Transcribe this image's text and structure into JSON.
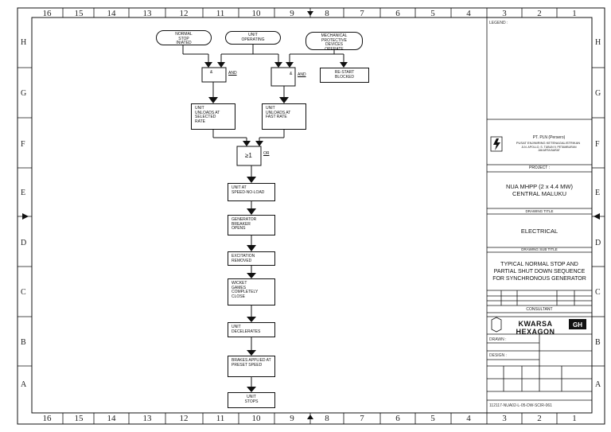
{
  "zones": {
    "columns": [
      "16",
      "15",
      "14",
      "13",
      "12",
      "11",
      "10",
      "9",
      "8",
      "7",
      "6",
      "5",
      "4",
      "3",
      "2",
      "1"
    ],
    "rows": [
      "H",
      "G",
      "F",
      "E",
      "D",
      "C",
      "B",
      "A"
    ]
  },
  "flow": {
    "start_normal": "NORMAL\nSTOP\nINIATED",
    "start_unit": "UNIT\nOPERATING",
    "start_mech": "MECHANICAL\nPROTECTIVE\nDEVICES\nOPERATE",
    "and_left": "&",
    "and_left_label": "AND",
    "and_right": "&",
    "and_right_label": "AND",
    "restart_blocked": "RE-START\nBLOCKED",
    "unload_selected": "UNIT\nUNLOADS AT\nSELECTED\nRATE",
    "unload_fast": "UNIT\nUNLOADS AT\nFAST RATE",
    "or_symbol": "≥1",
    "or_label": "OR",
    "speed_no_load": "UNIT AT\nSPEED-NO-LOAD",
    "breaker_opens": "GENERATOR\nBREAKER\nOPENS",
    "excitation_removed": "EXCITATION\nREMOVED",
    "wicket_gates": "WICKET\nGAMES\nCOMPLETELY\nCLOSE",
    "decelerates": "UNIT\nDECELERATES",
    "brakes": "BRAKES APPLIED AT\nPRESET SPEED",
    "stops": "UNIT\nSTOPS"
  },
  "title_block": {
    "legend": "LEGEND :",
    "company": "PT. PLN (Persero)",
    "company_sub": "PUSAT ENJINIRING KETENAGALISTRIKAN",
    "company_addr": "JLN. APOLLO, S. TUBUN 9, PETAMBURAN\nJAKARTA BARAT",
    "project_label": "PROJECT :",
    "project": "NUA MHPP (2 x 4.4 MW)\nCENTRAL MALUKU",
    "drawing_title_label": "DRAWING TITLE",
    "drawing_title": "ELECTRICAL",
    "subtitle_label": "DRAWING SUB TITLE",
    "subtitle": "TYPICAL NORMAL STOP AND\nPARTIAL SHUT DOWN SEQUENCE\nFOR SYNCHRONOUS GENERATOR",
    "consultant_label": "CONSULTANT",
    "consultant": "KWARSA HEXAGON",
    "drawn": "DRAWN :",
    "design": "DESIGN :",
    "drawing_no": "112117-NUA02-L-05-DW-SCIR-061"
  }
}
